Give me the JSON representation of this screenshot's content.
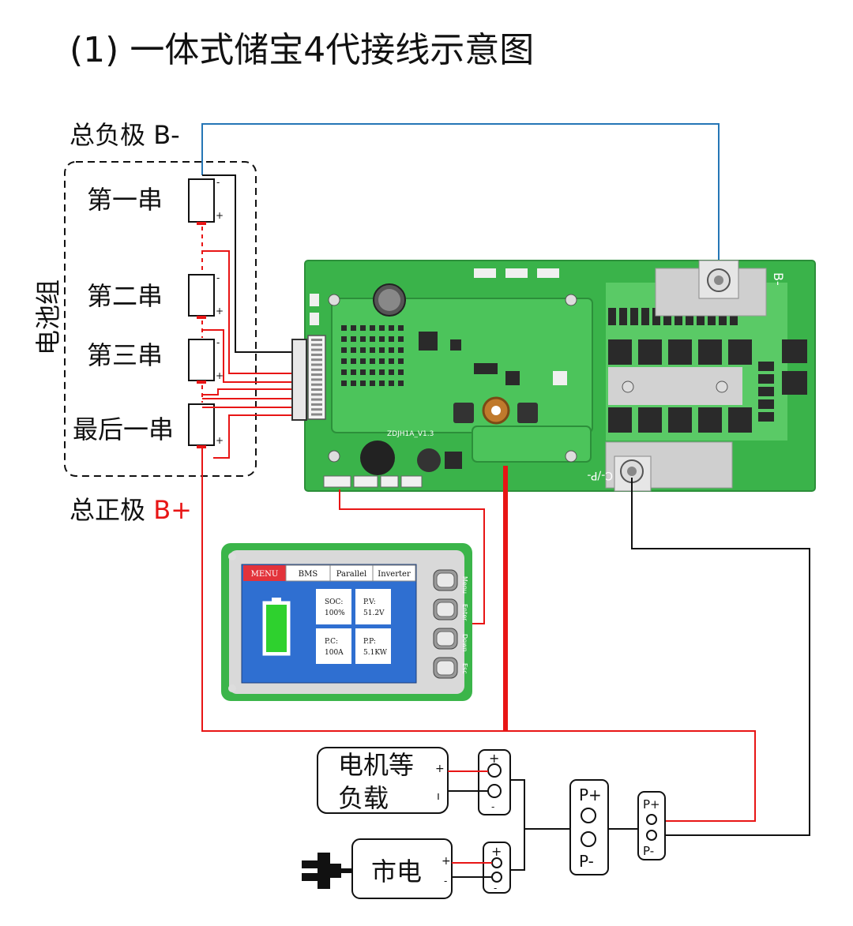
{
  "title": "(1) 一体式储宝4代接线示意图",
  "labels": {
    "total_negative": "总负极 B-",
    "total_negative_main": "总负极 ",
    "total_negative_b": "B-",
    "total_positive_main": "总正极 ",
    "total_positive_b": "B+",
    "pack": "电池组",
    "cell_1": "第一串",
    "cell_2": "第二串",
    "cell_3": "第三串",
    "cell_last": "最后一串",
    "load_line1": "电机等",
    "load_line2": "负载",
    "mains": "市电",
    "p_plus": "P+",
    "p_minus": "P-",
    "plus": "+",
    "minus": "-",
    "minus_bar": "ı"
  },
  "board_marks": {
    "b_minus": "B-",
    "c_p_minus": "C-/P-",
    "model": "ZDJH1A_V1.3"
  },
  "display": {
    "tabs": [
      "MENU",
      "BMS",
      "Parallel",
      "Inverter"
    ],
    "cells": [
      {
        "label": "SOC:",
        "value": "100%"
      },
      {
        "label": "P.V:",
        "value": "51.2V"
      },
      {
        "label": "P.C:",
        "value": "100A"
      },
      {
        "label": "P.P:",
        "value": "5.1KW"
      }
    ],
    "side_buttons": [
      "Menu",
      "Enter",
      "Down",
      "Esc"
    ],
    "battery_level": 1.0
  },
  "colors": {
    "red": "#e81515",
    "blue": "#2576b6",
    "black": "#111111",
    "board_green": "#39b54a",
    "screen_blue": "#2f6fd1",
    "menu_red": "#e3333b"
  }
}
